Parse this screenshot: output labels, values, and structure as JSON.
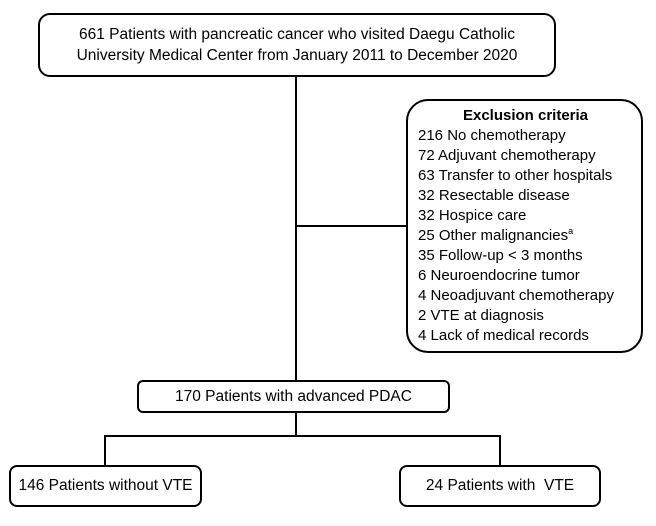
{
  "top_box": {
    "line1": "661 Patients with pancreatic cancer who visited Daegu Catholic",
    "line2": "University Medical Center from January 2011 to December 2020"
  },
  "exclusion": {
    "title": "Exclusion criteria",
    "items": [
      "216 No chemotherapy",
      "72 Adjuvant chemotherapy",
      "63 Transfer to other hospitals",
      "32 Resectable disease",
      "32 Hospice care",
      "25 Other malignancies",
      "35 Follow-up < 3 months",
      "6 Neuroendocrine tumor",
      "4 Neoadjuvant chemotherapy",
      "2 VTE at diagnosis",
      "4 Lack of medical records"
    ],
    "footnote_marker": "a"
  },
  "middle_box": {
    "label": "170 Patients with advanced PDAC"
  },
  "left_box": {
    "label": "146 Patients without VTE"
  },
  "right_box": {
    "label": "24 Patients with  VTE"
  }
}
